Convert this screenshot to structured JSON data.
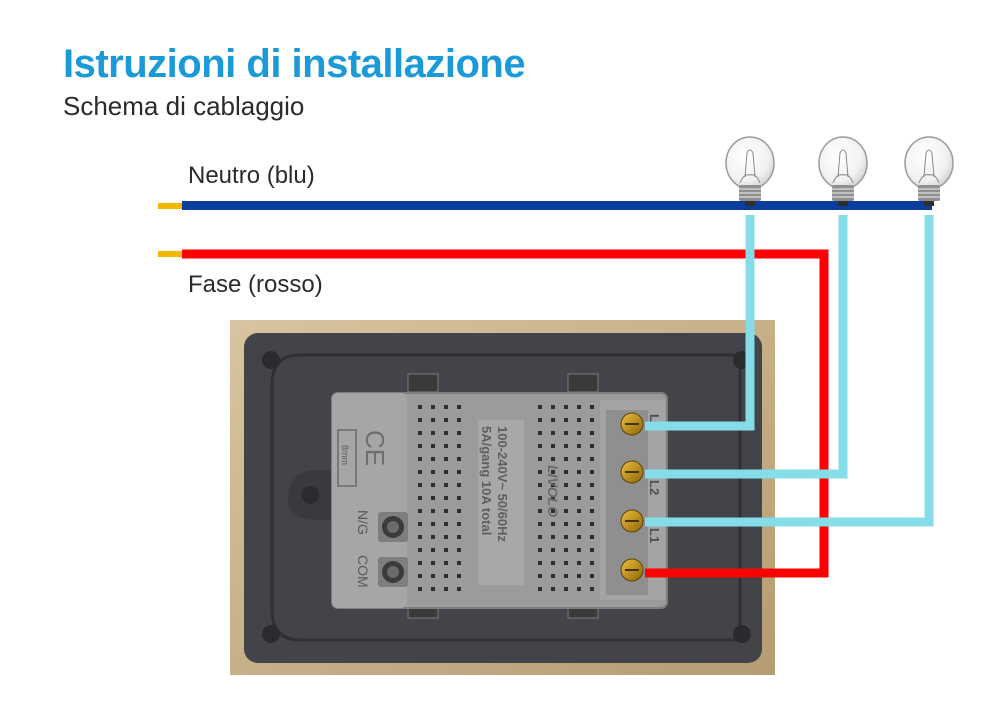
{
  "header": {
    "title": "Istruzioni di installazione",
    "subtitle": "Schema di cablaggio"
  },
  "wires": {
    "neutral_label": "Neutro (blu)",
    "phase_label": "Fase (rosso)"
  },
  "module": {
    "rating_line1": "100-240V~ 50/60Hz",
    "rating_line2": "5A/gang 10A total",
    "brand": "LIVOLO",
    "ce_mark": "CE",
    "strip_label": "8mm",
    "terminal_ng": "N/G",
    "terminal_com": "COM",
    "terminals": [
      "L3",
      "L2",
      "L1"
    ]
  },
  "colors": {
    "title": "#1a9ad6",
    "neutral_wire": "#0a3d9c",
    "phase_wire": "#ff0000",
    "load_wire": "#85dde9",
    "frame": "#c9b38d",
    "panel": "#424449",
    "module_body": "#9a9a9a",
    "screw": "#b8860b"
  },
  "icons": {
    "bulb": "light-bulb-icon",
    "terminal": "screw-terminal-icon"
  }
}
